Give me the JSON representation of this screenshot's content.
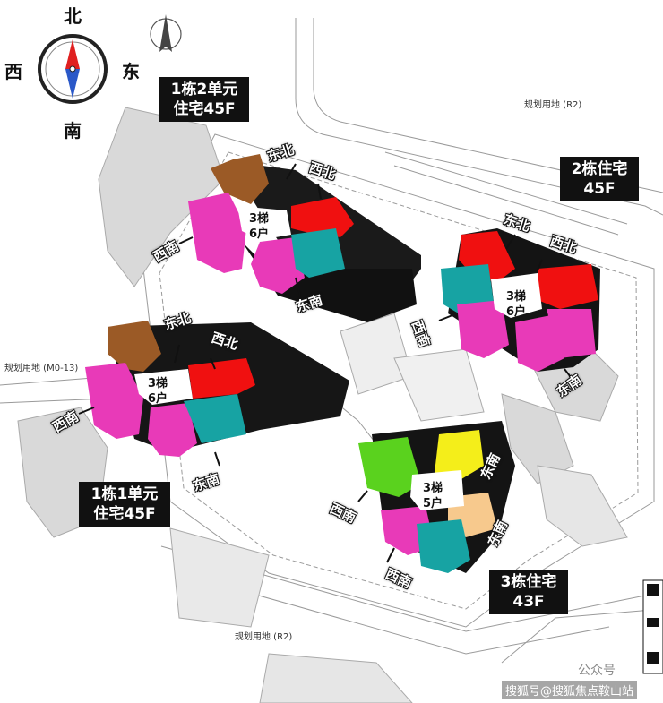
{
  "compass": {
    "north": "北",
    "south": "南",
    "east": "东",
    "west": "西"
  },
  "site_labels": {
    "plan_top": "规划用地 (R2)",
    "plan_left": "规划用地 (M0-13)",
    "plan_bottom": "规划用地 (R2)"
  },
  "buildings": [
    {
      "id": "b1u2",
      "line1": "1栋2单元",
      "line2": "住宅45F",
      "core": "3梯",
      "units": "6户"
    },
    {
      "id": "b1u1",
      "line1": "1栋1单元",
      "line2": "住宅45F",
      "core": "3梯",
      "units": "6户"
    },
    {
      "id": "b2",
      "line1": "2栋住宅",
      "line2": "45F",
      "core": "3梯",
      "units": "6户"
    },
    {
      "id": "b3",
      "line1": "3栋住宅",
      "line2": "43F",
      "core": "3梯",
      "units": "5户"
    }
  ],
  "directions": {
    "ne": "东北",
    "nw": "西北",
    "sw": "西南",
    "se": "东南"
  },
  "watermark": {
    "account": "公众号",
    "source": "搜狐号@搜狐焦点鞍山站"
  },
  "colors": {
    "brown": "#9b5a26",
    "red": "#f01010",
    "magenta": "#e83ab8",
    "teal": "#17a3a3",
    "green": "#5ad21e",
    "yellow": "#f4ee1a",
    "peach": "#f7c98d",
    "black": "#111111"
  }
}
